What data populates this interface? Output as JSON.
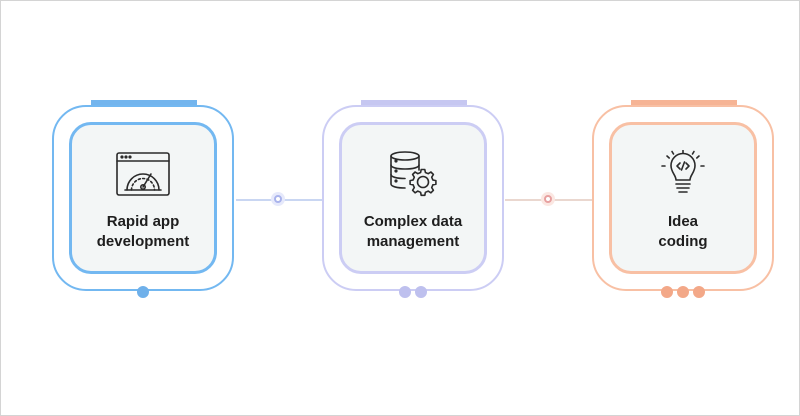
{
  "steps": [
    {
      "label_line1": "Rapid app",
      "label_line2": "development",
      "icon": "browser-speedometer-icon",
      "accent": "#73b8f1",
      "tab": "#73b5ee",
      "dot": "#6fb0ea",
      "dots": 1
    },
    {
      "label_line1": "Complex data",
      "label_line2": "management",
      "icon": "database-gear-icon",
      "accent": "#cccdf4",
      "tab": "#c6c7f1",
      "dot": "#bec0ee",
      "dots": 2
    },
    {
      "label_line1": "Idea",
      "label_line2": "coding",
      "icon": "lightbulb-code-icon",
      "accent": "#f8c0a4",
      "tab": "#f6b495",
      "dot": "#f3a888",
      "dots": 3
    }
  ],
  "colors": {
    "background": "#ffffff",
    "text": "#1e1e1e",
    "inner_fill": "#f3f6f6"
  }
}
